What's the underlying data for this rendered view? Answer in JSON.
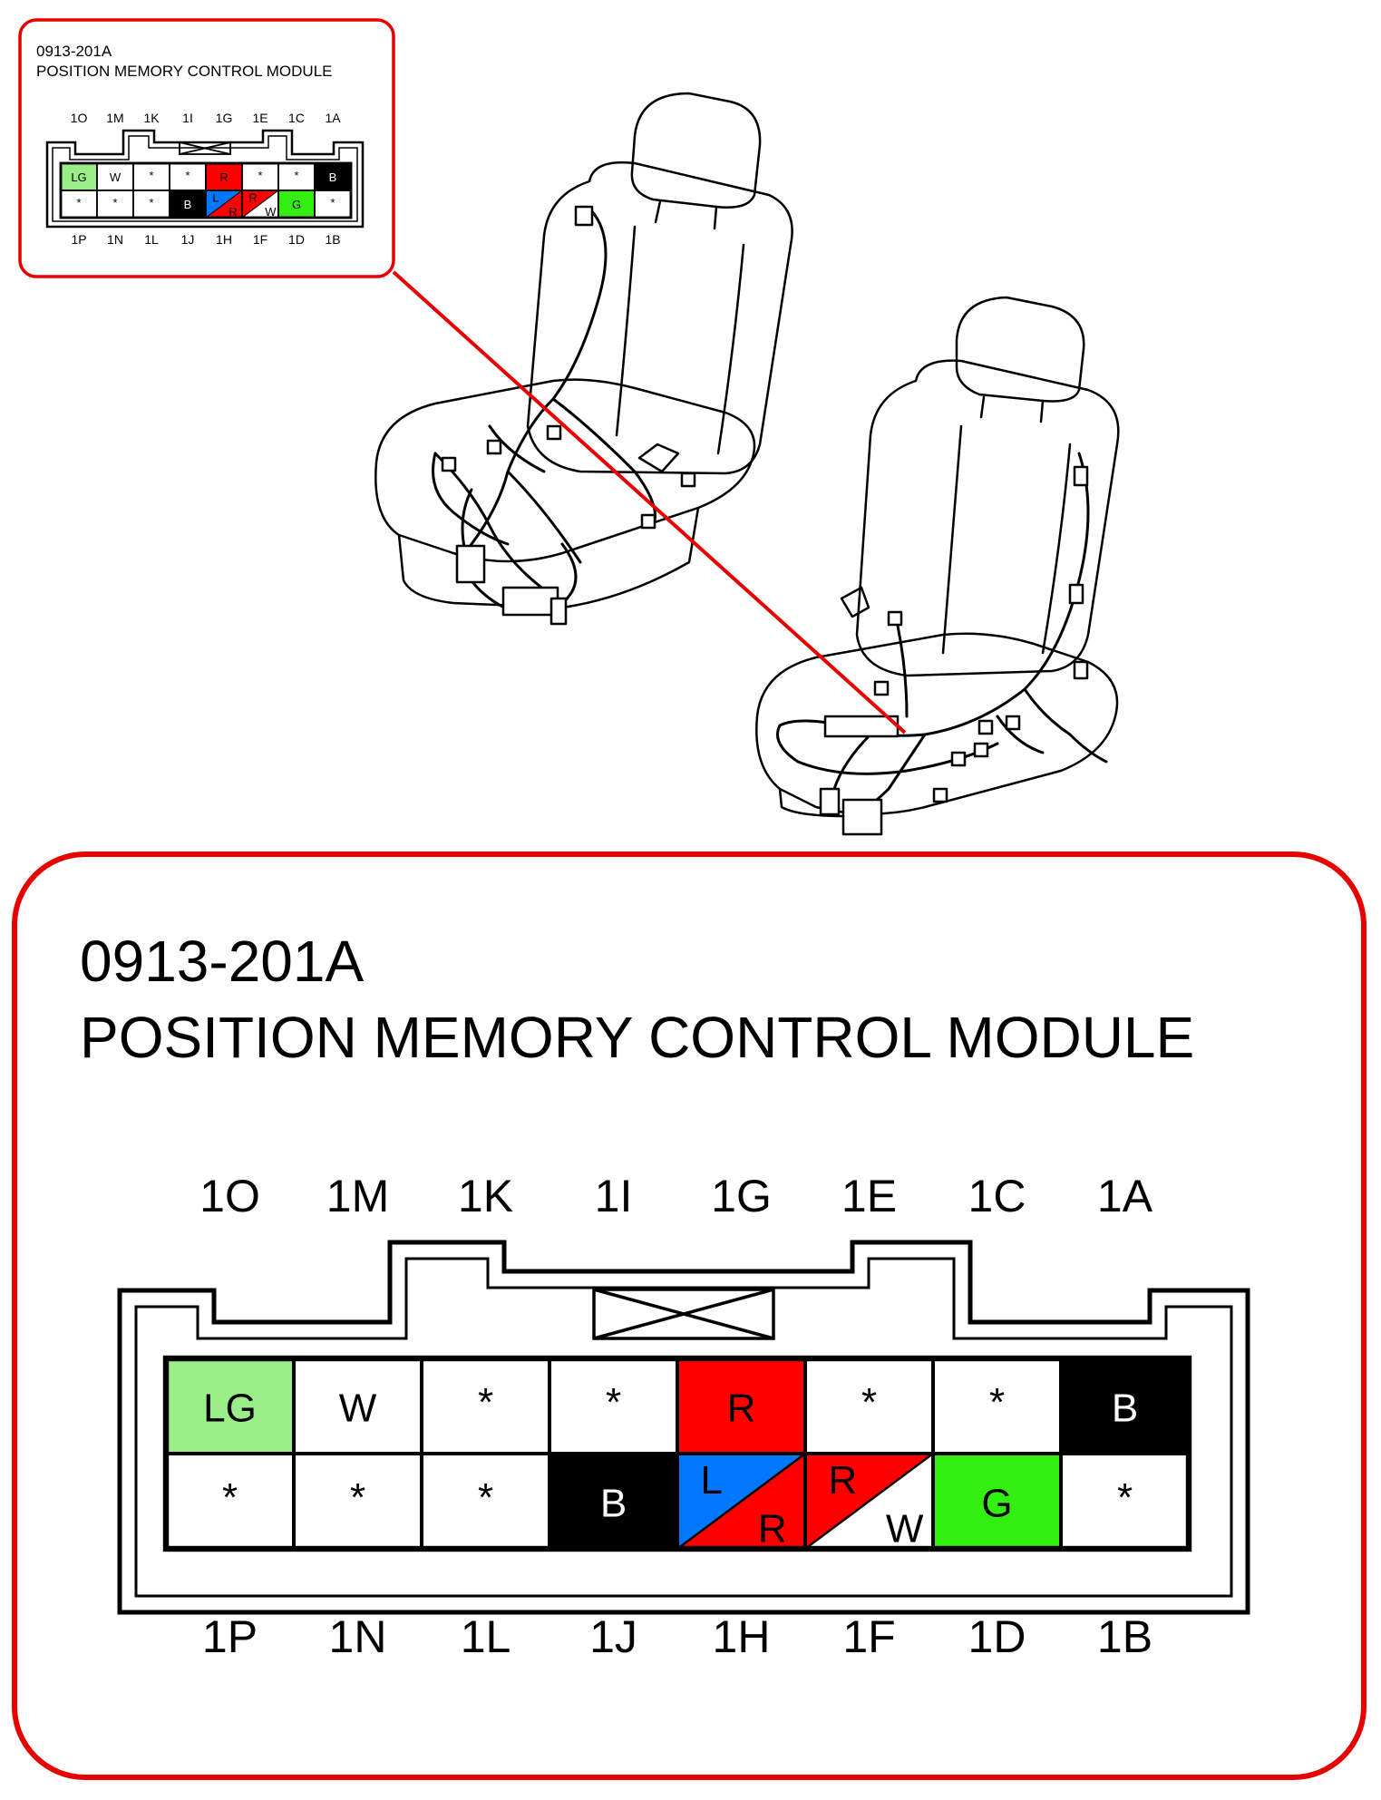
{
  "connector": {
    "part_number": "0913-201A",
    "name": "POSITION MEMORY CONTROL MODULE",
    "top_pin_labels": [
      "1O",
      "1M",
      "1K",
      "1I",
      "1G",
      "1E",
      "1C",
      "1A"
    ],
    "bottom_pin_labels": [
      "1P",
      "1N",
      "1L",
      "1J",
      "1H",
      "1F",
      "1D",
      "1B"
    ],
    "top_row": [
      {
        "pin": "1O",
        "wire": "LG",
        "kind": "solid",
        "color": "#99ee88",
        "text_color": "#000000"
      },
      {
        "pin": "1M",
        "wire": "W",
        "kind": "solid",
        "color": "#ffffff",
        "text_color": "#000000"
      },
      {
        "pin": "1K",
        "wire": "*",
        "kind": "empty",
        "color": "#ffffff",
        "text_color": "#000000"
      },
      {
        "pin": "1I",
        "wire": "*",
        "kind": "empty",
        "color": "#ffffff",
        "text_color": "#000000"
      },
      {
        "pin": "1G",
        "wire": "R",
        "kind": "solid",
        "color": "#ff0000",
        "text_color": "#000000"
      },
      {
        "pin": "1E",
        "wire": "*",
        "kind": "empty",
        "color": "#ffffff",
        "text_color": "#000000"
      },
      {
        "pin": "1C",
        "wire": "*",
        "kind": "empty",
        "color": "#ffffff",
        "text_color": "#000000"
      },
      {
        "pin": "1A",
        "wire": "B",
        "kind": "solid",
        "color": "#000000",
        "text_color": "#ffffff"
      }
    ],
    "bottom_row": [
      {
        "pin": "1P",
        "wire": "*",
        "kind": "empty",
        "color": "#ffffff",
        "text_color": "#000000"
      },
      {
        "pin": "1N",
        "wire": "*",
        "kind": "empty",
        "color": "#ffffff",
        "text_color": "#000000"
      },
      {
        "pin": "1L",
        "wire": "*",
        "kind": "empty",
        "color": "#ffffff",
        "text_color": "#000000"
      },
      {
        "pin": "1J",
        "wire": "B",
        "kind": "solid",
        "color": "#000000",
        "text_color": "#ffffff"
      },
      {
        "pin": "1H",
        "wire": "L",
        "stripe": "R",
        "kind": "split",
        "color": "#0077ff",
        "stripe_color": "#ff0000",
        "text_color": "#000000"
      },
      {
        "pin": "1F",
        "wire": "R",
        "stripe": "W",
        "kind": "split",
        "color": "#ff0000",
        "stripe_color": "#ffffff",
        "text_color": "#000000"
      },
      {
        "pin": "1D",
        "wire": "G",
        "kind": "solid",
        "color": "#33ee11",
        "text_color": "#000000"
      },
      {
        "pin": "1B",
        "wire": "*",
        "kind": "empty",
        "color": "#ffffff",
        "text_color": "#000000"
      }
    ]
  },
  "colors": {
    "callout_border": "#e60000",
    "leader_line": "#e60000",
    "outline": "#000000"
  }
}
